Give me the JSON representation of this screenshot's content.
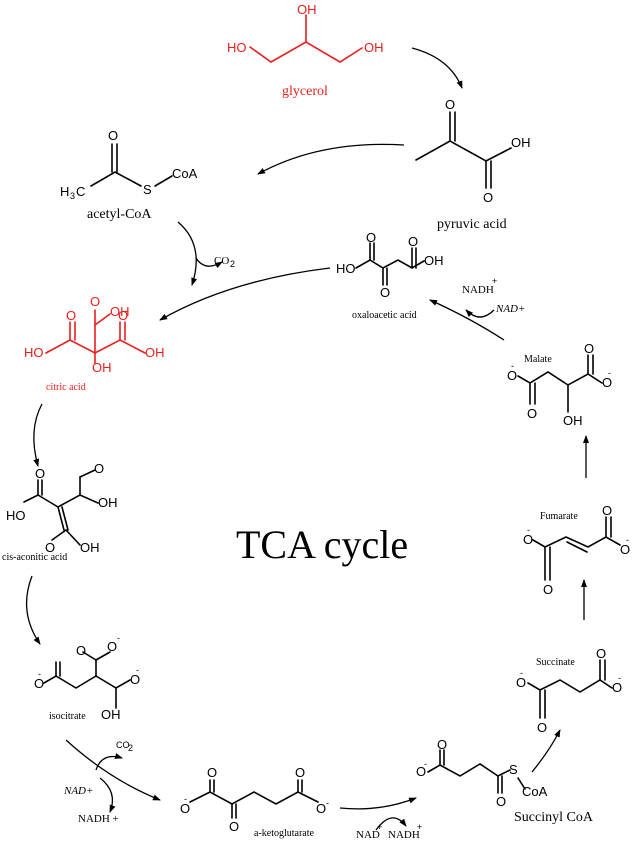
{
  "title": "TCA cycle",
  "colors": {
    "highlight": "#e8201c",
    "ink": "#000000"
  },
  "molecules": {
    "glycerol": {
      "name": "glycerol",
      "oh_top": "OH",
      "oh_left": "HO",
      "oh_right": "OH"
    },
    "pyruvic_acid": {
      "name": "pyruvic acid",
      "o1": "O",
      "o2": "O",
      "oh": "OH"
    },
    "acetyl_coa": {
      "name": "acetyl-CoA",
      "o": "O",
      "h3c": "H",
      "h3c_sub": "3",
      "h3c_c": "C",
      "s": "S",
      "coa": "CoA"
    },
    "citric_acid": {
      "name": "citric acid",
      "o_top": "O",
      "oh_top": "OH",
      "o_left": "O",
      "o_right": "O",
      "ho_left": "HO",
      "oh_right": "OH",
      "oh_center": "OH"
    },
    "oxaloacetic_acid": {
      "name": "oxaloacetic acid",
      "o1": "O",
      "o2": "O",
      "o3": "O",
      "ho": "HO",
      "oh": "OH"
    },
    "malate": {
      "name": "Malate",
      "o_top": "O",
      "o_left": "O",
      "o_right": "O",
      "o_bottom": "O",
      "oh": "OH",
      "minus": "-"
    },
    "fumarate": {
      "name": "Fumarate",
      "o_top": "O",
      "o_left": "O",
      "o_right": "O",
      "o_bottom": "O",
      "minus": "-"
    },
    "succinate": {
      "name": "Succinate",
      "o_top": "O",
      "o_left": "O",
      "o_right": "O",
      "o_bottom": "O",
      "minus": "-"
    },
    "succinyl_coa": {
      "name": "Succinyl CoA",
      "o_left": "O",
      "o_top": "O",
      "o_bottom": "O",
      "s": "S",
      "coa": "CoA",
      "minus": "-"
    },
    "a_ketoglutarate": {
      "name": "a-ketoglutarate",
      "o_left": "O",
      "o_right": "O",
      "o_top_left": "O",
      "o_top_right": "O",
      "o_keto": "O",
      "minus": "-"
    },
    "isocitrate": {
      "name": "isocitrate",
      "o": "O",
      "oh": "OH",
      "minus": "-"
    },
    "cis_aconitic_acid": {
      "name": "cis-aconitic acid",
      "o": "O",
      "oh": "OH",
      "ho": "HO"
    }
  },
  "cofactors": {
    "co2_top": {
      "text": "CO",
      "sub": "2"
    },
    "co2_bottom": {
      "text": "CO",
      "sub": "2"
    },
    "nadh_top": {
      "text": "NADH",
      "sup": "+"
    },
    "nad_top": {
      "text": "NAD+"
    },
    "nad_iso": {
      "text": "NAD+"
    },
    "nadh_iso": {
      "text": "NADH +"
    },
    "nad_kg": {
      "text": "NAD",
      "sup": "+"
    },
    "nadh_kg": {
      "text": "NADH",
      "sup": "+"
    }
  }
}
